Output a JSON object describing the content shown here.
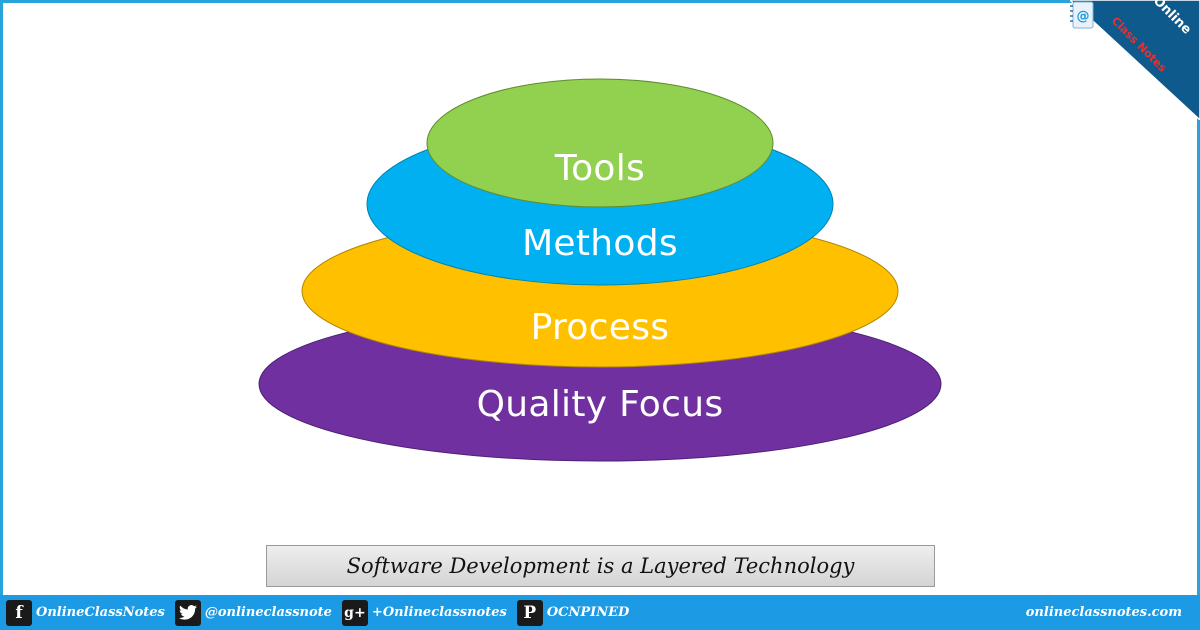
{
  "diagram": {
    "layers": [
      {
        "label": "Quality Focus",
        "color": "#7030a0"
      },
      {
        "label": "Process",
        "color": "#ffc000"
      },
      {
        "label": "Methods",
        "color": "#00b0f0"
      },
      {
        "label": "Tools",
        "color": "#92d050"
      }
    ],
    "caption": "Software Development is a Layered Technology"
  },
  "corner_badge": {
    "line1": "Online",
    "line2": "Class Notes",
    "background": "#0f5a8c",
    "icon": "notebook-at-icon"
  },
  "footer": {
    "background": "#1c9ae4",
    "socials": [
      {
        "icon": "facebook-icon",
        "glyph": "f",
        "label": "OnlineClassNotes"
      },
      {
        "icon": "twitter-icon",
        "glyph": "🐦",
        "label": "@onlineclassnote"
      },
      {
        "icon": "google-plus-icon",
        "glyph": "g+",
        "label": "+Onlineclassnotes"
      },
      {
        "icon": "pinterest-icon",
        "glyph": "P",
        "label": "OCNPINED"
      }
    ],
    "site": "onlineclassnotes.com"
  }
}
